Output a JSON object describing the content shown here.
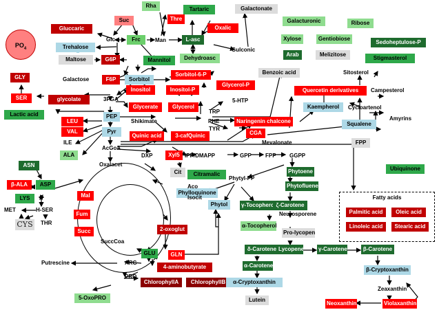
{
  "po4": {
    "label": "PO",
    "sub": "4"
  },
  "nodes": {
    "suc": "Suc",
    "rha": "Rha",
    "tartaric": "Tartaric",
    "galactonate": "Galactonate",
    "gluccaric": "Gluccaric",
    "glc": "Glc",
    "frc": "Frc",
    "man": "Man",
    "thre": "Thre",
    "lasc": "L-asc",
    "oxalic": "Oxalic",
    "trehalose": "Trehalose",
    "maltose": "Maltose",
    "g6p": "G6P",
    "mannitol": "Mannitol",
    "dehydroasc": "Dehydroasc",
    "gulconic": "Gulconic",
    "galacturonic": "Galacturonic",
    "ribose": "Ribose",
    "xylose": "Xylose",
    "gentiobiose": "Gentiobiose",
    "arab": "Arab",
    "melizitose": "Melizitose",
    "sedoheptulose": "Sedoheptulose-P",
    "stigmasterol": "Stigmasterol",
    "gly": "GLY",
    "galactose": "Galactose",
    "f6p": "F6P",
    "sorbitol": "Sorbitol",
    "sorbitol6p": "Sorbitol-6-P",
    "benzoic": "Benzoic acid",
    "ser": "SER",
    "inositol": "Inositol",
    "inositolp": "Inositol-P",
    "glycerolp": "Glycerol-P",
    "quercetin": "Quercetin derivatives",
    "sitosterol": "Sitosterol",
    "glycolate": "glycolate",
    "pga": "3PGA",
    "glycerate": "Glycerate",
    "glycerol": "Glycerol",
    "htp": "5-HTP",
    "campesterol": "Campesterol",
    "kaempherol": "Kaempherol",
    "lactic": "Lactic acid",
    "trp": "TRP",
    "cycloartenol": "Cycloartenol",
    "pep": "PEP",
    "shikimate": "Shikimate",
    "phe": "PHE",
    "naringenin": "Naringenin chalcone",
    "leu": "LEU",
    "pyr": "Pyr",
    "tyr": "TYR",
    "squalene": "Squalene",
    "amyrins": "Amyrins",
    "val": "VAL",
    "quinic": "Quinic acid",
    "cafquinic": "3-cafQuinic",
    "cga": "CGA",
    "ile": "ILE",
    "mevalonate": "Mevalonate",
    "ala": "ALA",
    "acgoa": "AcGoA",
    "fpp": "FPP",
    "asn": "ASN",
    "dxp": "DXP",
    "xylulb": "Xyl5",
    "ippdmapp": "IPP/DMAPP",
    "gpp": "GPP",
    "fpp2": "FPP",
    "ggpp": "GGPP",
    "ubiquinone": "Ubiquinone",
    "oxalacet": "Oxalacet",
    "bala": "β-ALA",
    "asp": "ASP",
    "cit": "Cit",
    "citramalic": "Citramalic",
    "phytene": "Phytoene",
    "lys": "LYS",
    "mal": "Mal",
    "aco": "Aco",
    "phytylpp": "Phytyl-PP",
    "phytofluene": "Phytofluene",
    "hser": "H-SER",
    "met": "MET",
    "phylloquinone": "Phylloquinone",
    "isocit": "Isocit",
    "phytol": "Phytol",
    "gtoco": "γ-Tocopherol",
    "zcarotene": "ζ-Carotene",
    "cys": "CYS",
    "thr": "THR",
    "fum": "Fum",
    "neurosporene": "Neurosporene",
    "atoco": "α-Tocopherol",
    "succ": "Succ",
    "oxoglut": "2-oxoglut",
    "prolycopene": "Pro-lycopene",
    "succcoa": "SuccCoa",
    "gln": "GLN",
    "glu": "GLU",
    "dcarotene": "δ-Carotene",
    "lycopene": "Lycopene",
    "gcarotene": "γ-Carotene",
    "bcarotene": "β-Carotene",
    "putrescine": "Putrescine",
    "arg": "ARG",
    "aminobutyrate": "4-aminobutyrate",
    "acarotene": "α-Carotene",
    "pro": "PRO",
    "chla": "ChlorophyllA",
    "chlb": "ChlorophyllB",
    "bcrypto": "β-Cryptoxanthin",
    "acrypto": "α-Cryptoxanthin",
    "zeaxanthin": "Zeaxanthin",
    "oxopro": "5-OxoPRO",
    "lutein": "Lutein",
    "neoxanthin": "Neoxanthin",
    "violaxanthin": "Violaxanthin"
  },
  "fatty": {
    "title": "Fatty acids",
    "palmitic": "Palmitic acid",
    "oleic": "Oleic acid",
    "linoleic": "Linoleic acid",
    "stearic": "Stearic acid"
  }
}
